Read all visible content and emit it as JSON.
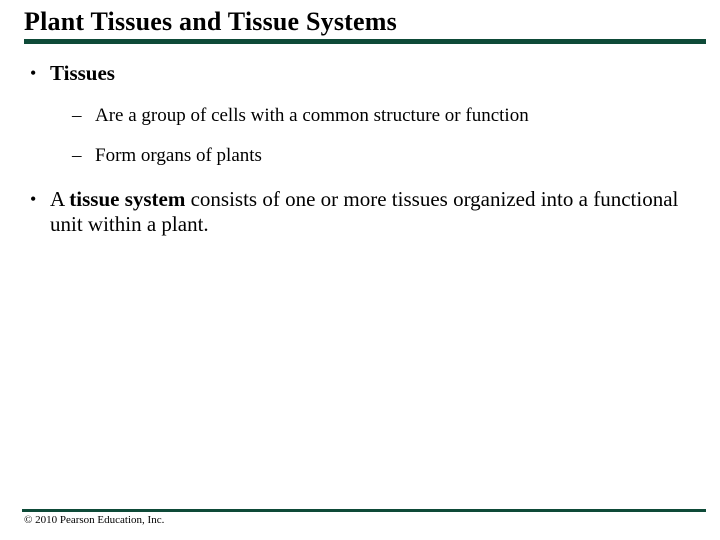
{
  "slide": {
    "accent_color": "#0e4a38",
    "title": "Plant Tissues and Tissue Systems",
    "bullets": [
      {
        "marker": "•",
        "lead": "",
        "bold_text": "Tissues",
        "rest": "",
        "sub_items": [
          {
            "marker": "–",
            "text": "Are a group of cells with a common structure or function"
          },
          {
            "marker": "–",
            "text": "Form organs of plants"
          }
        ]
      },
      {
        "marker": "•",
        "lead": "A ",
        "bold_text": "tissue system",
        "rest": " consists of one or more tissues organized into a functional unit within a plant.",
        "sub_items": []
      }
    ],
    "footer": "© 2010 Pearson Education, Inc."
  }
}
